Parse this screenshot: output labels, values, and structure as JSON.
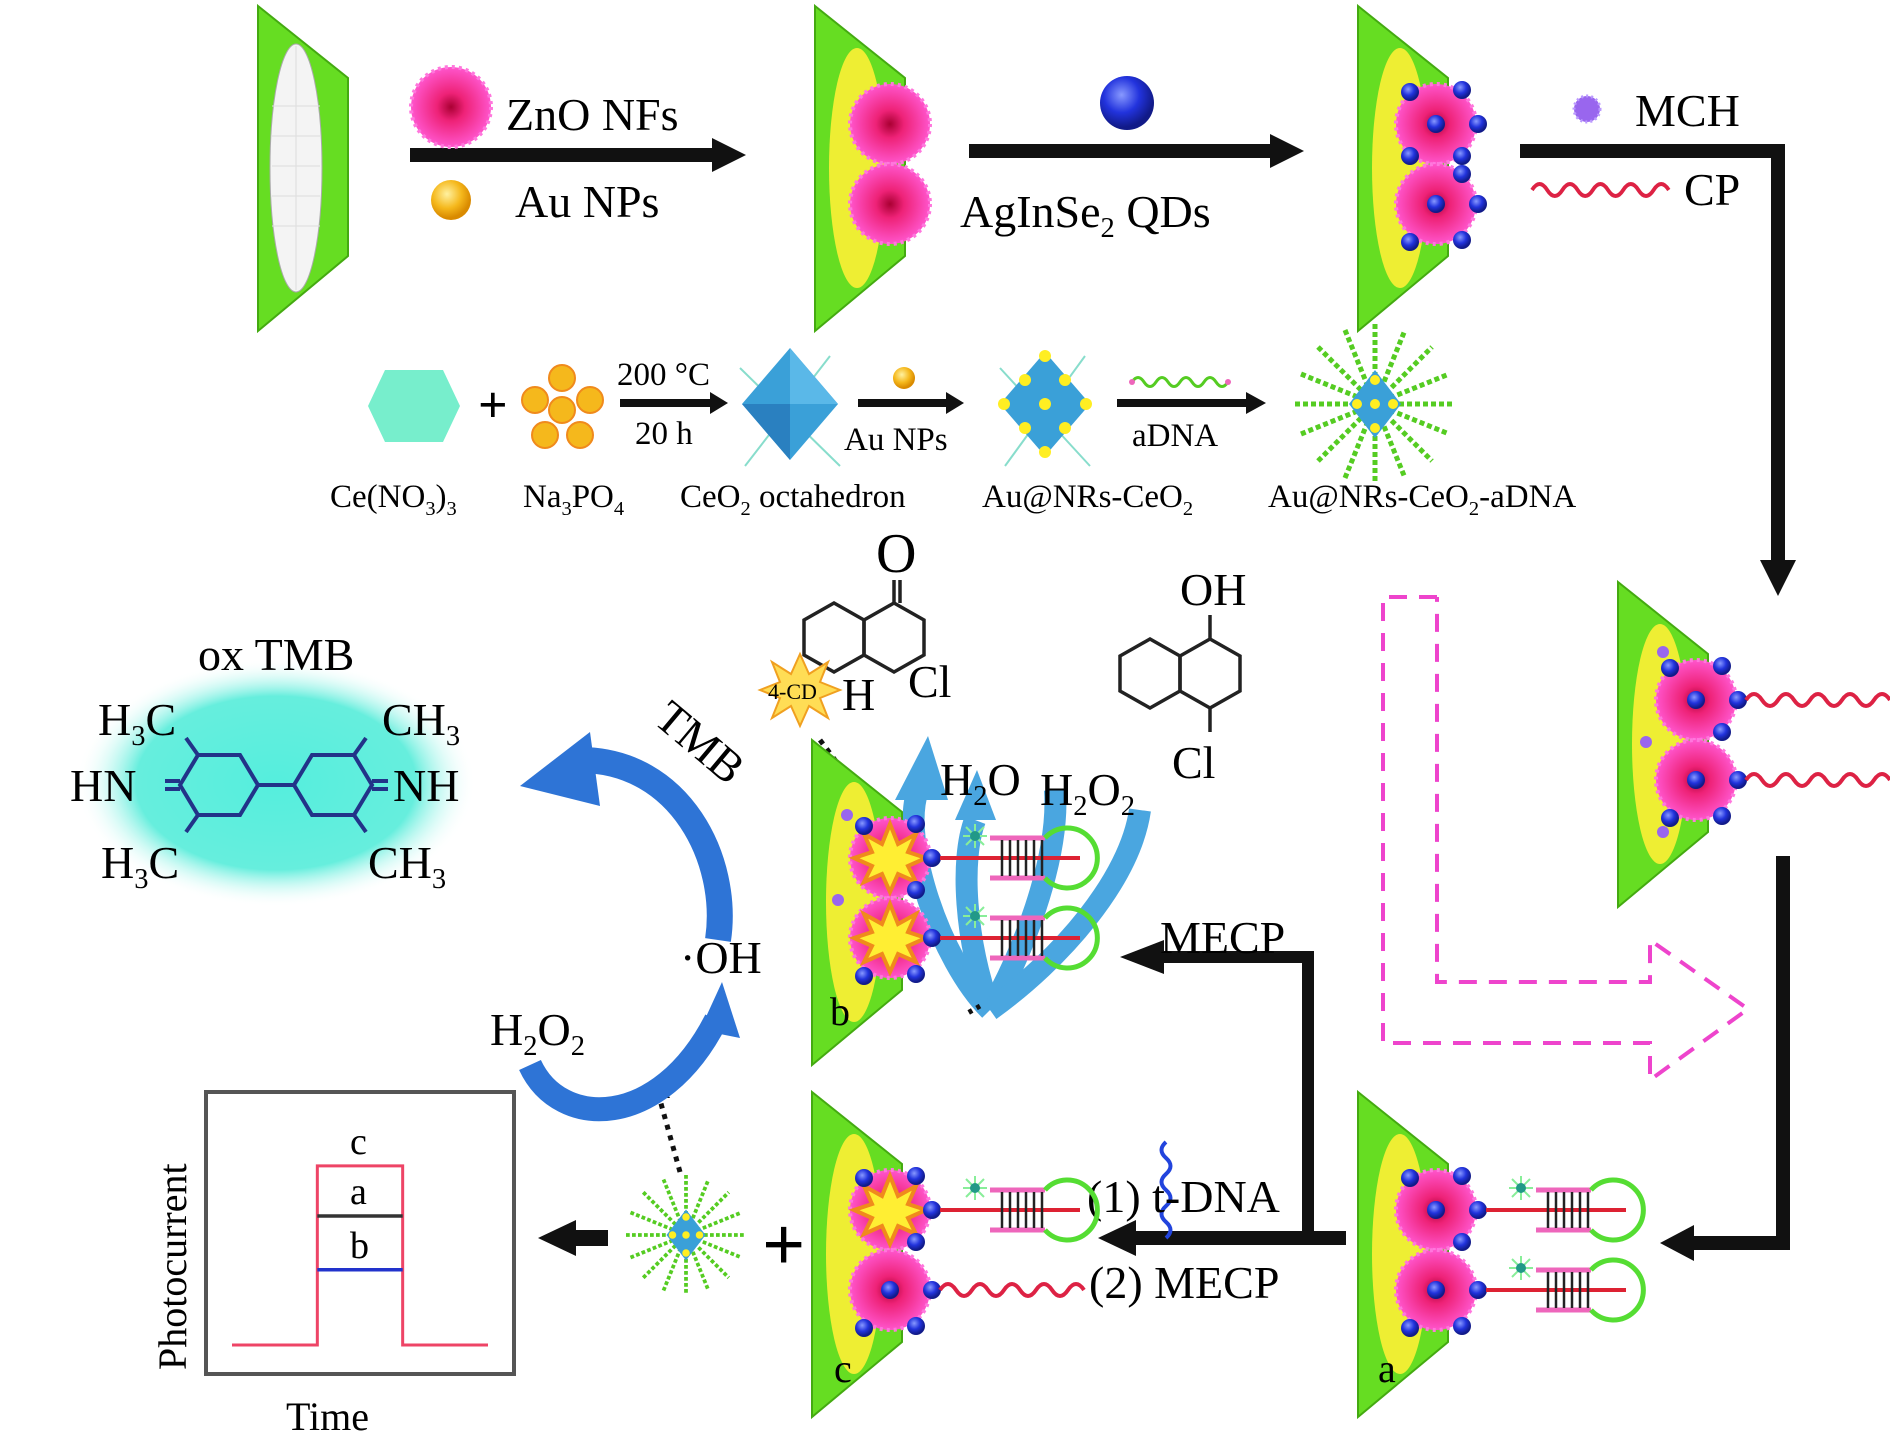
{
  "colors": {
    "electrode_green": "#66dd22",
    "electrode_yellow": "#eeee33",
    "zno_pink": "#ff44bb",
    "zno_core": "#cc1144",
    "au_gold": "#f5b81c",
    "qd_blue": "#2233dd",
    "mch_purple": "#9966ee",
    "cp_red": "#dd2244",
    "ceo2_blue": "#3aa0d8",
    "hexagon_cyan": "#77eecc",
    "hairpin_green": "#55dd33",
    "hairpin_pink": "#ee66bb",
    "arrow_black": "#111111",
    "curve_blue": "#2e74d6",
    "curve_lightblue": "#4aa6e0",
    "dashed_magenta": "#ee44cc",
    "oxtmb_glow": "#66eedd",
    "plot_red": "#ee4466",
    "plot_gray": "#333333",
    "plot_blue": "#2233cc",
    "star_yellow": "#ffee33",
    "star_orange": "#f08a1c"
  },
  "step1": {
    "reagent_1": "ZnO NFs",
    "reagent_2": "Au NPs"
  },
  "step2": {
    "reagent_main": "AgInSe",
    "reagent_sub": "2",
    "reagent_tail": " QDs"
  },
  "step3": {
    "reagent_1": "MCH",
    "reagent_2": "CP"
  },
  "synthesis": {
    "condition_temp": "200 °C",
    "condition_time": "20 h",
    "step2_reagent": "Au NPs",
    "step3_reagent": "aDNA",
    "labels": {
      "cerium_nitrate": [
        "Ce(NO",
        "3",
        ")",
        "3"
      ],
      "sodium_phosphate": [
        "Na",
        "3",
        "PO",
        "4"
      ],
      "ceo2_octahedron": [
        "CeO",
        "2",
        " octahedron"
      ],
      "au_nrs_ceo2": [
        "Au@NRs-CeO",
        "2"
      ],
      "au_nrs_ceo2_adna": [
        "Au@NRs-CeO",
        "2",
        "-aDNA"
      ]
    }
  },
  "oxtmb": {
    "title": "ox TMB",
    "top_left": [
      "H",
      "3",
      "C"
    ],
    "top_right": [
      "CH",
      "3"
    ],
    "mid_left": "HN",
    "mid_right": "NH",
    "bottom_left": [
      "H",
      "3",
      "C"
    ],
    "bottom_right": [
      "CH",
      "3"
    ]
  },
  "cycle": {
    "tmb_label": "TMB",
    "oh_label": "·OH",
    "h2o2_label": [
      "H",
      "2",
      "O",
      "2"
    ]
  },
  "precipitation": {
    "product_top": "O",
    "product_cl": "Cl",
    "product_h": "H",
    "badge": "4-CD",
    "water": [
      "H",
      "2",
      "O"
    ],
    "peroxide": [
      "H",
      "2",
      "O",
      "2"
    ],
    "reactant_oh": "OH",
    "reactant_cl": "Cl"
  },
  "transitions": {
    "to_b": "MECP",
    "to_c_1": "(1) t-DNA",
    "to_c_2": "(2) MECP"
  },
  "electrode_labels": {
    "a": "a",
    "b": "b",
    "c": "c"
  },
  "chart_data": {
    "type": "line",
    "title": "",
    "xlabel": "Time",
    "ylabel": "Photocurrent",
    "grid": false,
    "legend": "inline-labels",
    "x": [
      0,
      1,
      1,
      2,
      2,
      3
    ],
    "series": [
      {
        "name": "c",
        "values": [
          0,
          0,
          1.0,
          1.0,
          0,
          0
        ],
        "color": "#ee4466"
      },
      {
        "name": "a",
        "values": [
          null,
          null,
          0.72,
          0.72,
          null,
          null
        ],
        "color": "#333333"
      },
      {
        "name": "b",
        "values": [
          null,
          null,
          0.42,
          0.42,
          null,
          null
        ],
        "color": "#2233cc"
      }
    ],
    "annotations": [
      "c",
      "a",
      "b"
    ],
    "ylim": [
      0,
      1.2
    ],
    "xlim": [
      0,
      3
    ]
  }
}
